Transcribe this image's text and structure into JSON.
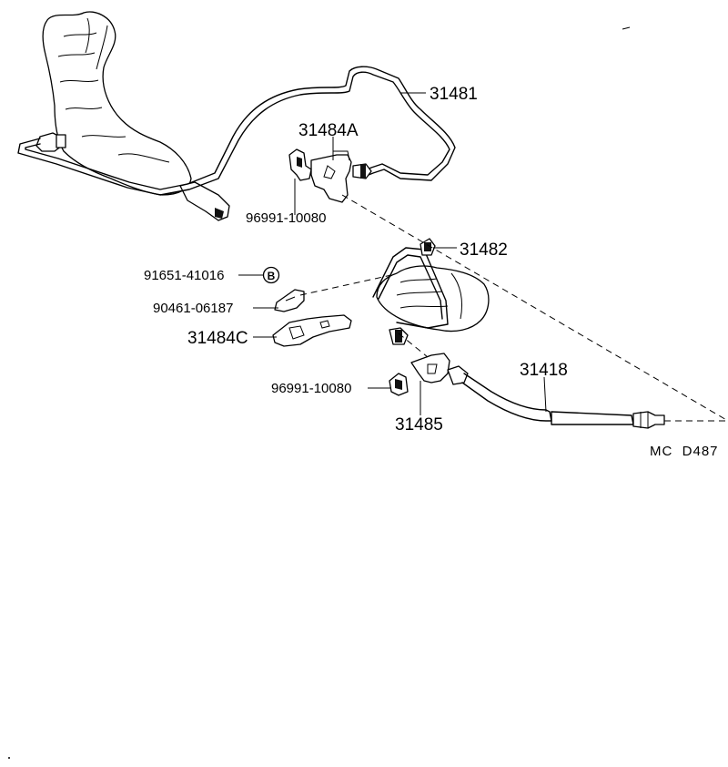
{
  "labels": {
    "p31481": "31481",
    "p31484A": "31484A",
    "p96991_top": "96991-10080",
    "p31482": "31482",
    "p91651": "91651-41016",
    "badge_b": "B",
    "p90461": "90461-06187",
    "p31484C": "31484C",
    "p31418": "31418",
    "p96991_bottom": "96991-10080",
    "p31485": "31485",
    "diagram_code": "MC  D487"
  }
}
